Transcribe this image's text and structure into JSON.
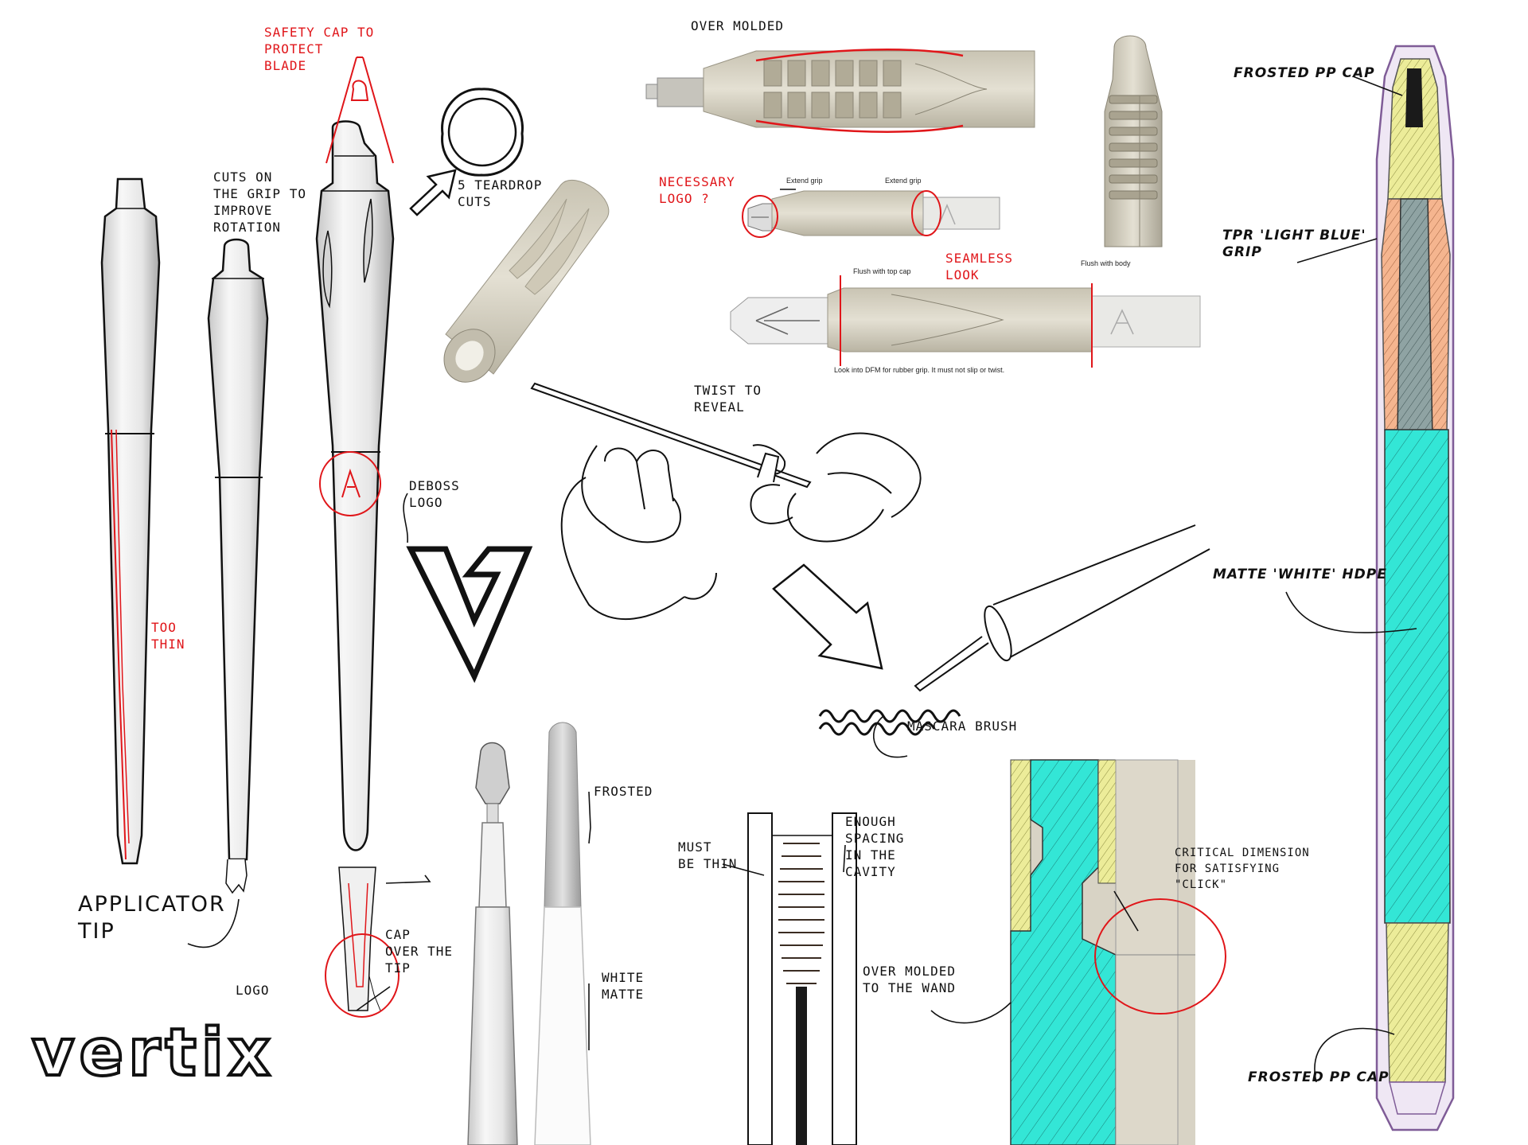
{
  "labels": {
    "safety_cap": "SAFETY CAP TO\nPROTECT\nBLADE",
    "cuts_grip": "CUTS ON\nTHE GRIP TO\nIMPROVE\nROTATION",
    "teardrop": "5 TEARDROP\nCUTS",
    "over_molded": "OVER MOLDED",
    "necessary_logo": "NECESSARY\nLOGO ?",
    "extend_grip_1": "Extend grip",
    "extend_grip_2": "Extend grip",
    "seamless": "SEAMLESS\nLOOK",
    "flush_top": "Flush with top cap",
    "flush_body": "Flush with body",
    "dfm_note": "Look into DFM for rubber grip. It must not slip or twist.",
    "twist": "TWIST TO\nREVEAL",
    "deboss": "DEBOSS\nLOGO",
    "too_thin": "TOO\nTHIN",
    "applicator": "APPLICATOR\nTIP",
    "logo": "LOGO",
    "cap_over_tip": "CAP\nOVER THE\nTIP",
    "frosted": "FROSTED",
    "white_matte": "WHITE\nMATTE",
    "must_be_thin": "MUST\nBE THIN",
    "enough_spacing": "ENOUGH\nSPACING\nIN THE\nCAVITY",
    "mascara": "MASCARA BRUSH",
    "over_molded_wand": "OVER MOLDED\nTO THE WAND",
    "critical": "CRITICAL DIMENSION\nFOR SATISFYING\n\"CLICK\"",
    "frosted_cap_top": "FROSTED PP CAP",
    "tpr_grip": "TPR 'LIGHT BLUE'\nGRIP",
    "matte_hdpe": "MATTE 'WHITE' HDPE",
    "frosted_cap_bottom": "FROSTED PP CAP"
  },
  "brand": "vertix",
  "colors": {
    "annotation_red": "#e0161a",
    "ink": "#111111",
    "grip_beige": "#d9d4c4",
    "section_cyan": "#33e6d6",
    "section_yellow": "#ecec99",
    "section_orange": "#f5b58f",
    "cap_purple": "#c9b6d6"
  }
}
